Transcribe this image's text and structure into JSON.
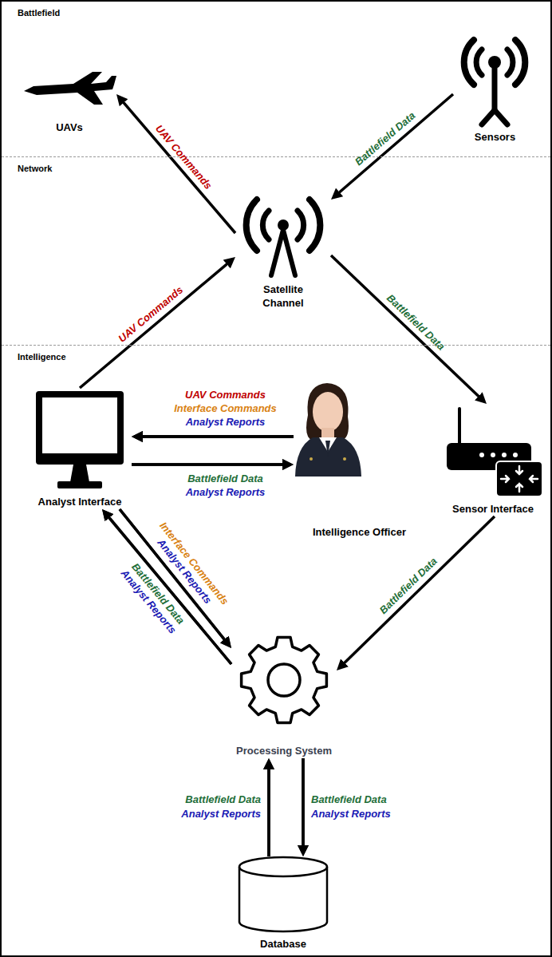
{
  "diagram": {
    "nodes": [
      {
        "text": [
          "Battlefield"
        ]
      },
      {
        "text": [
          "UAVs"
        ],
        "in": 0
      },
      {
        "text": [
          "Sensors"
        ],
        "in": 0
      },
      {
        "text": [
          "Network"
        ]
      },
      {
        "text": [
          "Satellite Channel"
        ],
        "in": 3
      },
      {
        "text": [
          "Intelligence"
        ]
      },
      {
        "text": [
          "Analyst Interface"
        ],
        "in": 5
      },
      {
        "text": [
          "Intelligence Officer"
        ],
        "in": 5
      },
      {
        "text": [
          "Sensor Interface"
        ],
        "in": 5
      },
      {
        "text": [
          "Processing System"
        ],
        "in": 5
      },
      {
        "text": [
          "Database"
        ],
        "in": 5
      }
    ],
    "edges": [
      {
        "from": 4,
        "to": 1,
        "label": "UAV Commands",
        "arrow": "to"
      },
      {
        "from": 2,
        "to": 4,
        "label": "Battlefield Data",
        "arrow": "to"
      },
      {
        "from": 6,
        "to": 4,
        "label": "UAV Commands",
        "arrow": "to"
      },
      {
        "from": 4,
        "to": 8,
        "label": "Battlefield Data",
        "arrow": "to"
      },
      {
        "from": 7,
        "to": 6,
        "label": "UAV Commands",
        "arrow": "to"
      },
      {
        "from": 7,
        "to": 6,
        "label": "Interface Commands",
        "arrow": "to"
      },
      {
        "from": 7,
        "to": 6,
        "label": "Analyst Reports",
        "arrow": "to"
      },
      {
        "from": 6,
        "to": 7,
        "label": "Battlefield Data",
        "arrow": "to"
      },
      {
        "from": 6,
        "to": 7,
        "label": "Analyst Reports",
        "arrow": "to"
      },
      {
        "from": 6,
        "to": 9,
        "label": "Interface Commands",
        "arrow": "to"
      },
      {
        "from": 6,
        "to": 9,
        "label": "Analyst Reports",
        "arrow": "to"
      },
      {
        "from": 9,
        "to": 6,
        "label": "Battlefield Data",
        "arrow": "to"
      },
      {
        "from": 9,
        "to": 6,
        "label": "Analyst Reports",
        "arrow": "to"
      },
      {
        "from": 8,
        "to": 9,
        "label": "Battlefield Data",
        "arrow": "to"
      },
      {
        "from": 9,
        "to": 10,
        "label": "Battlefield Data",
        "arrow": "to"
      },
      {
        "from": 9,
        "to": 10,
        "label": "Analyst Reports",
        "arrow": "to"
      },
      {
        "from": 10,
        "to": 9,
        "label": "Battlefield Data",
        "arrow": "to"
      },
      {
        "from": 10,
        "to": 9,
        "label": "Analyst Reports",
        "arrow": "to"
      }
    ]
  }
}
